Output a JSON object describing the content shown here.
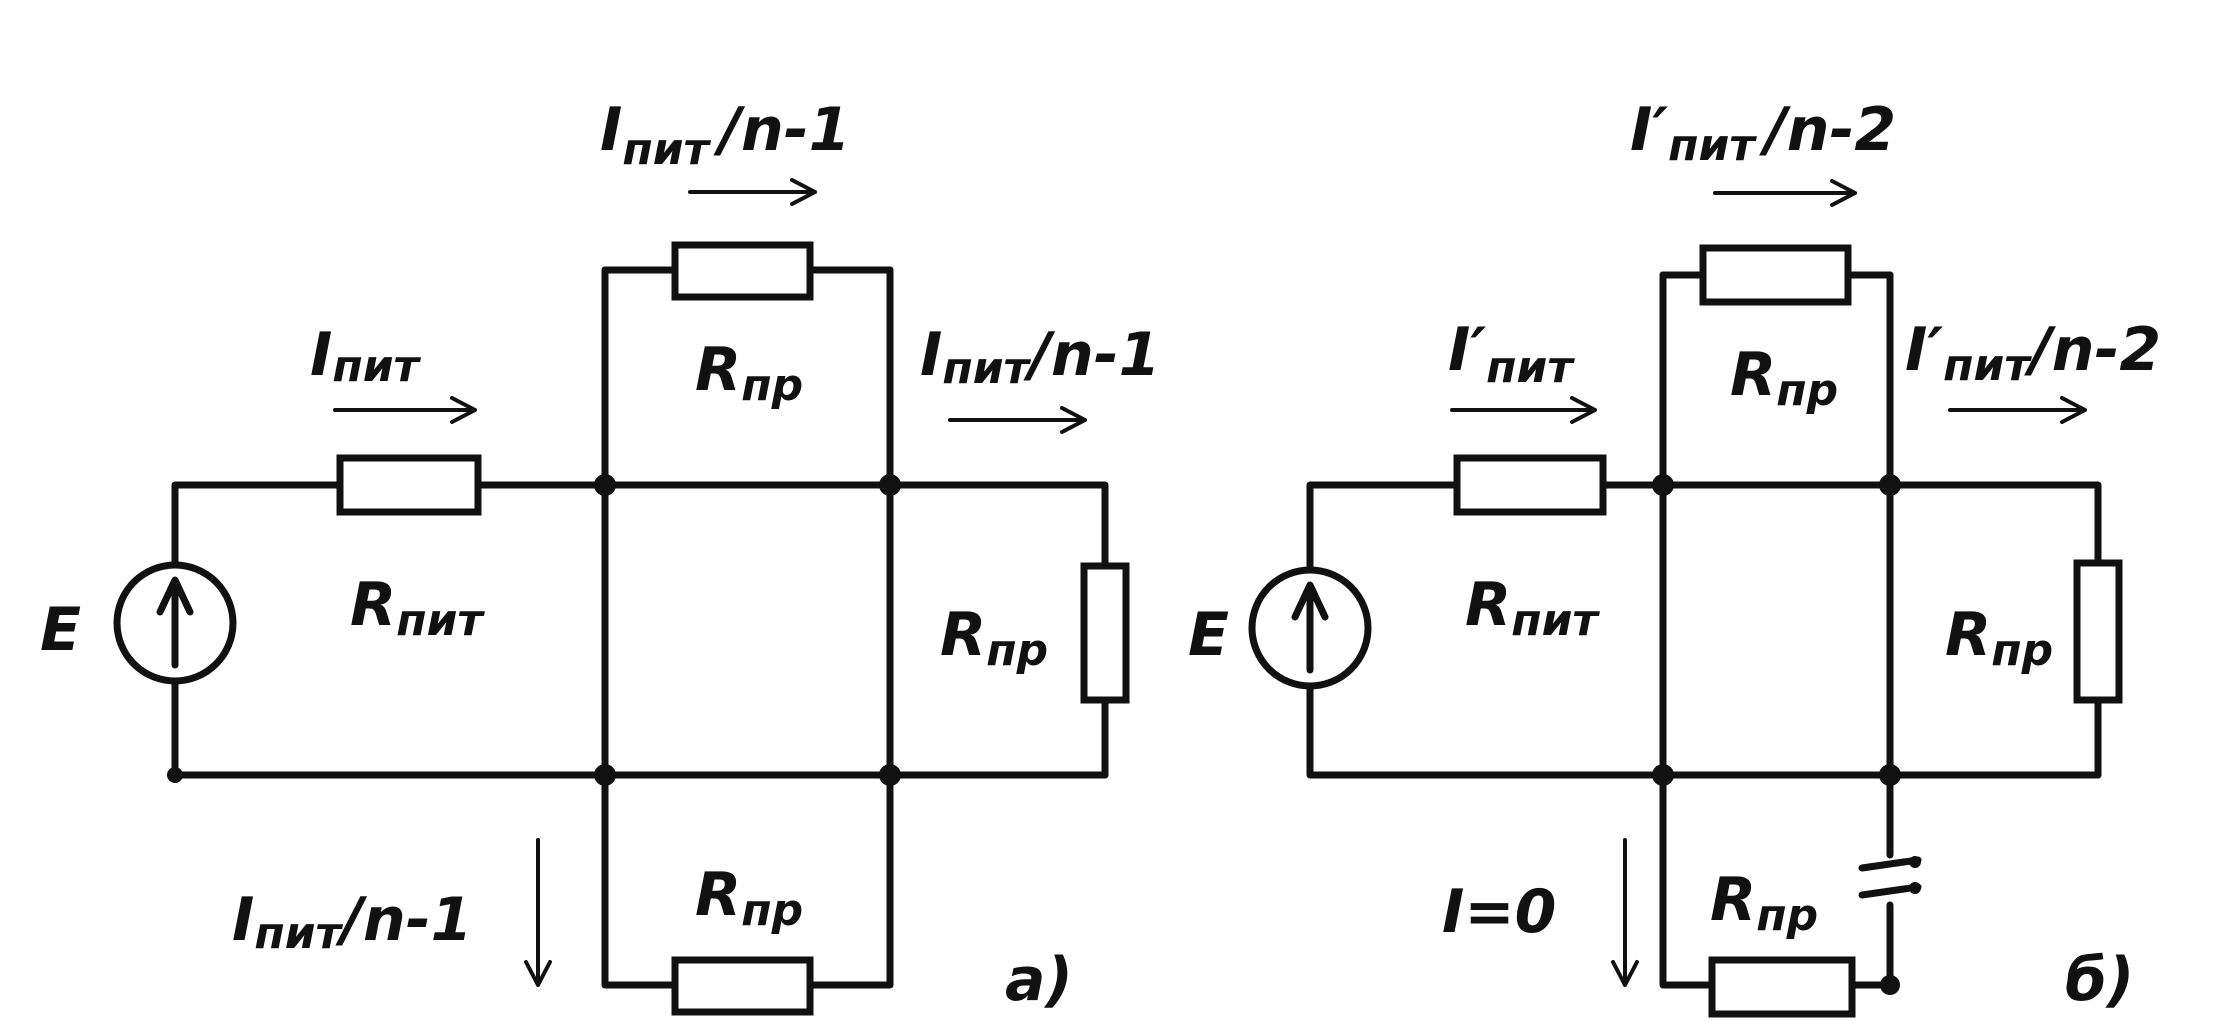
{
  "panel_a": {
    "label": "а)",
    "source": "E",
    "top_current_main": "I",
    "top_current_sub": "пит",
    "top_current_tail": "/n-1",
    "left_current_main": "I",
    "left_current_sub": "пит",
    "right_current_main": "I",
    "right_current_sub": "пит",
    "right_current_tail": "/n-1",
    "bottom_current_main": "I",
    "bottom_current_sub": "пит",
    "bottom_current_tail": "/n-1",
    "r_supply_main": "R",
    "r_supply_sub": "пит",
    "r_top_main": "R",
    "r_top_sub": "пр",
    "r_right_main": "R",
    "r_right_sub": "пр",
    "r_bottom_main": "R",
    "r_bottom_sub": "пр"
  },
  "panel_b": {
    "label": "б)",
    "source": "E",
    "top_current_main": "I′",
    "top_current_sub": "пит",
    "top_current_tail": "/n-2",
    "left_current_main": "I′",
    "left_current_sub": "пит",
    "right_current_main": "I′",
    "right_current_sub": "пит",
    "right_current_tail": "/n-2",
    "zero_current": "I=0",
    "r_supply_main": "R",
    "r_supply_sub": "пит",
    "r_top_main": "R",
    "r_top_sub": "пр",
    "r_right_main": "R",
    "r_right_sub": "пр",
    "r_bottom_main": "R",
    "r_bottom_sub": "пр"
  }
}
